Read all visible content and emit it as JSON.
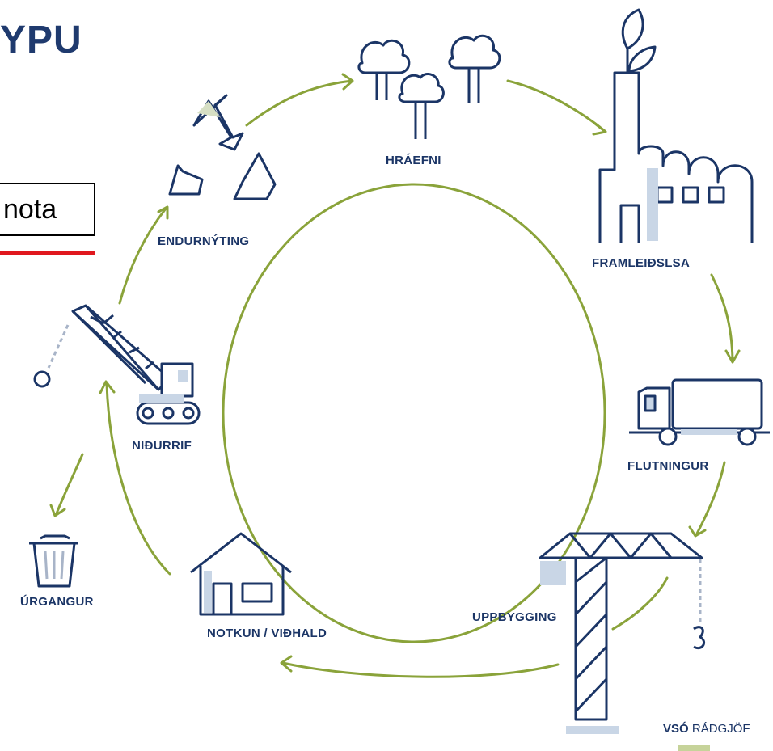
{
  "title": "YPU",
  "textbox": {
    "text": "nota"
  },
  "stages": {
    "hraefni": "HRÁEFNI",
    "framleidsla": "FRAMLEIÐSLSA",
    "flutningur": "FLUTNINGUR",
    "uppbygging": "UPPBYGGING",
    "notkun": "NOTKUN / VIÐHALD",
    "nidurrif": "NIÐURRIF",
    "endurnyting": "ENDURNÝTING",
    "urgangur": "ÚRGANGUR"
  },
  "brand": {
    "bold": "VSÓ",
    "rest": "RÁÐGJÖF"
  },
  "colors": {
    "navy": "#1b3566",
    "olive": "#8aa33a",
    "light_blue": "#c9d6e6",
    "red": "#e0181e"
  }
}
